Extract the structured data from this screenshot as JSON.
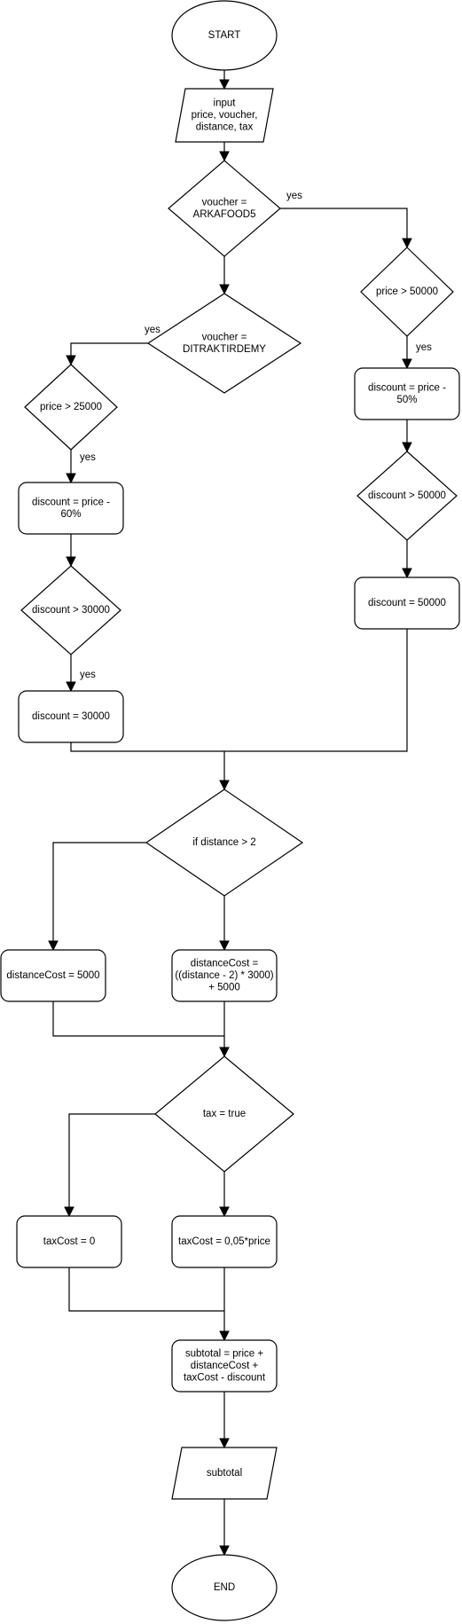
{
  "nodes": {
    "start": [
      "START"
    ],
    "input": [
      "input",
      "price, voucher,",
      "distance, tax"
    ],
    "voucher_arka": [
      "voucher =",
      "ARKAFOOD5"
    ],
    "voucher_ditrak": [
      "voucher =",
      "DITRAKTIRDEMY"
    ],
    "price_gt_25000": [
      "price > 25000"
    ],
    "discount_60": [
      "discount = price -",
      "60%"
    ],
    "discount_gt_30000": [
      "discount > 30000"
    ],
    "discount_30000": [
      "discount = 30000"
    ],
    "price_gt_50000": [
      "price > 50000"
    ],
    "discount_50": [
      "discount = price -",
      "50%"
    ],
    "discount_gt_50000": [
      "discount > 50000"
    ],
    "discount_50000": [
      "discount = 50000"
    ],
    "if_distance": [
      "if distance > 2"
    ],
    "distancecost_5000": [
      "distanceCost = 5000"
    ],
    "distancecost_formula": [
      "distanceCost =",
      "((distance - 2) * 3000)",
      "+ 5000"
    ],
    "tax_true": [
      "tax = true"
    ],
    "taxcost_0": [
      "taxCost = 0"
    ],
    "taxcost_formula": [
      "taxCost = 0,05*price"
    ],
    "subtotal_calc": [
      "subtotal = price +",
      "distanceCost +",
      "taxCost - discount"
    ],
    "subtotal_output": [
      "subtotal"
    ],
    "end": [
      "END"
    ]
  },
  "edge_labels": {
    "arka_yes": "yes",
    "ditrak_yes": "yes",
    "price25_yes": "yes",
    "discount30_yes": "yes",
    "price50_yes": "yes"
  }
}
